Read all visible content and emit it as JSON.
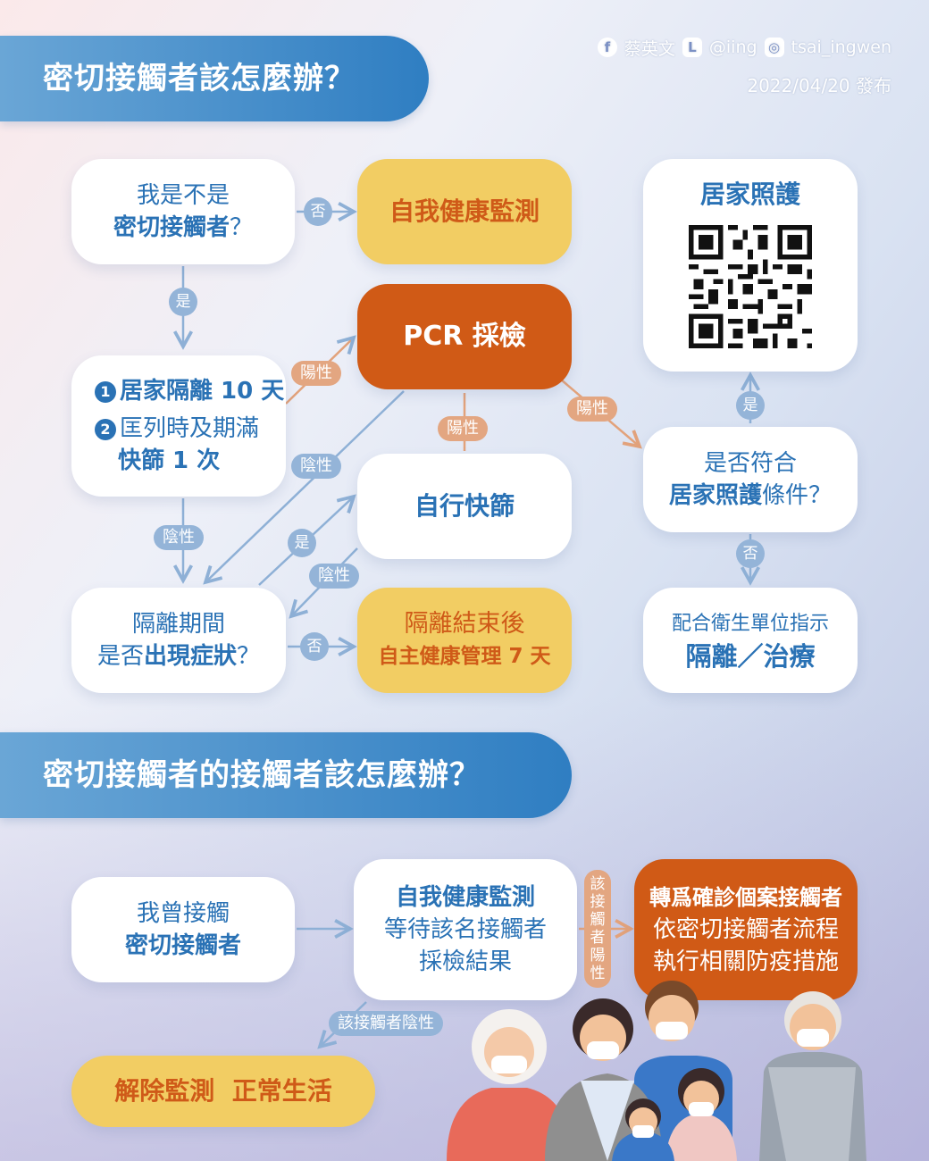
{
  "header": {
    "title1": "密切接觸者該怎麼辦？",
    "title2": "密切接觸者的接觸者該怎麼辦？",
    "facebook": "蔡英文",
    "line": "@iing",
    "instagram": "tsai_ingwen",
    "date": "2022/04/20 發布"
  },
  "flow": {
    "q_close_contact": {
      "l1": "我是不是",
      "l2": "密切接觸者",
      "l2_suffix": "？"
    },
    "self_monitor": "自我健康監測",
    "pcr": "PCR 採檢",
    "home_care": {
      "title": "居家照護"
    },
    "quarantine": {
      "n1": "1",
      "item1": "居家隔離 10 天",
      "n2": "2",
      "item2a": "匡列時及期滿",
      "item2b": "快篩 1 次"
    },
    "self_test": "自行快篩",
    "symptoms": {
      "l1": "隔離期間",
      "l2a": "是否",
      "l2b": "出現症狀",
      "l2c": "？"
    },
    "after_quarantine": {
      "l1": "隔離結束後",
      "l2": "自主健康管理 7 天"
    },
    "eligible": {
      "l1": "是否符合",
      "l2a": "居家照護",
      "l2b": "條件？"
    },
    "follow": {
      "l1": "配合衛生單位指示",
      "l2": "隔離／治療"
    },
    "labels": {
      "no": "否",
      "yes": "是",
      "negative": "陰性",
      "positive": "陽性"
    }
  },
  "flow2": {
    "contact": {
      "l1": "我曾接觸",
      "l2": "密切接觸者"
    },
    "wait": {
      "l1": "自我健康監測",
      "l2": "等待該名接觸者",
      "l3": "採檢結果"
    },
    "positive_label": [
      "該",
      "接",
      "觸",
      "者",
      "陽",
      "性"
    ],
    "convert": {
      "l1": "轉爲確診個案接觸者",
      "l2": "依密切接觸者流程",
      "l3": "執行相關防疫措施"
    },
    "negative_label": "該接觸者陰性",
    "release": "解除監測  正常生活"
  },
  "colors": {
    "blue": "#2a72b5",
    "orange": "#d05a16",
    "yellow": "#f2cd63",
    "pill_blue": "#94b4d8",
    "pill_orange": "#e3a681"
  }
}
